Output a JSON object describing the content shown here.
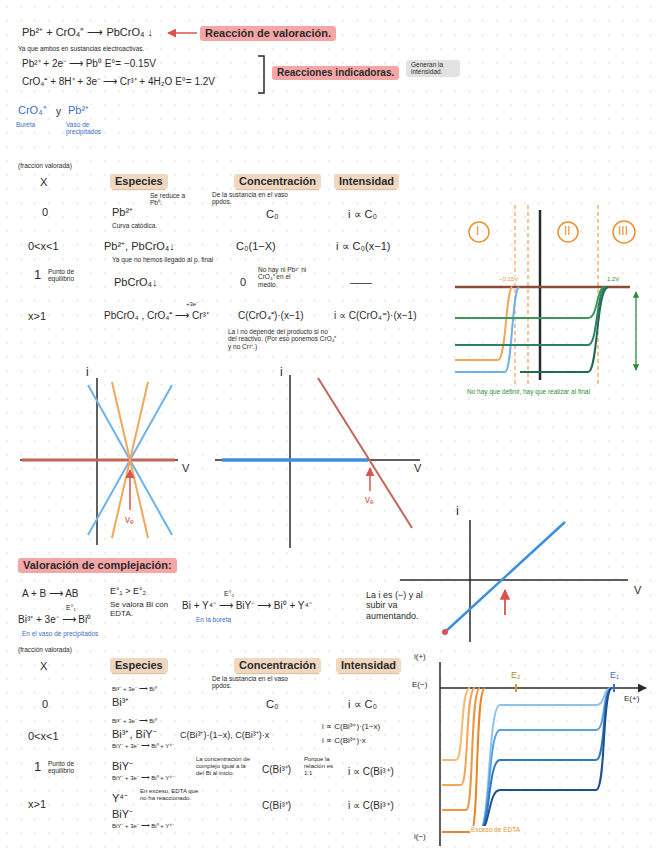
{
  "diagram": {
    "nodes": [
      {
        "text": [
          "Reacción de valoración."
        ]
      },
      {
        "text": [
          "Reacciones indicadoras."
        ]
      },
      {
        "text": [
          "Generan la intensidad."
        ]
      },
      {
        "text": [
          "Especies"
        ]
      },
      {
        "text": [
          "Concentración"
        ]
      },
      {
        "text": [
          "Intensidad"
        ]
      },
      {
        "text": [
          "Valoración de complejación:"
        ]
      },
      {
        "text": [
          "Especies"
        ]
      },
      {
        "text": [
          "Concentración"
        ]
      },
      {
        "text": [
          "Intensidad"
        ]
      }
    ],
    "labels": [
      "Pb²⁺ + CrO₄⁼ ⟶ PbCrO₄ ↓",
      "Ya que ambos en sustancias electroactivas.",
      "Pb²⁺ + 2e⁻ ⟶ Pb⁰   E°= −0.15V",
      "CrO₄⁼ + 8H⁺ + 3e⁻ ⟶ Cr³⁺ + 4H₂O   E°= 1.2V",
      "CrO₄⁼",
      "y",
      "Pb²⁺",
      "Bureta",
      "Vaso de precipitados",
      "(fracción valorada)",
      "X",
      "Se reduce a Pb⁰.",
      "De la sustancia en el vaso ppdos.",
      "0",
      "Pb²⁺",
      "Curva catódica.",
      "C₀",
      "i ∝ C₀",
      "0<x<1",
      "Pb²⁺, PbCrO₄↓",
      "C₀(1−X)",
      "i ∝ C₀(x−1)",
      "Ya que no hemos llegado al p. final",
      "1",
      "Punto de equilibrio",
      "PbCrO₄↓",
      "0",
      "No hay ni Pb²⁺ ni CrO₄⁼ en el medio.",
      "——",
      "x>1",
      "PbCrO₄ , CrO₄⁼ ⟶ Cr³⁺",
      "+3e⁻",
      "C(CrO₄⁼)·(x−1)",
      "i ∝ C(CrO₄⁼)·(x−1)",
      "La i no depende del producto si no del reactivo. (Por eso ponemos CrO₄⁼ y no Cr³⁺.)",
      "i",
      "V",
      "vₑ",
      "i",
      "V",
      "vₑ",
      "I",
      "II",
      "III",
      "−0.15V",
      "1.2V",
      "No hay que definir, hay que realizar al final",
      "A + B ⟶ AB",
      "E°₁ > E°₂",
      "Se valora Bi con EDTA.",
      "E°₁",
      "Bi³⁺ + 3e⁻ ⟶ Bi⁰",
      "En el vaso de precipitados",
      "E°₂",
      "Bi + Y⁴⁻ ⟶ BiY⁻ ⟶ Bi⁰ + Y⁴⁻",
      "En la bureta",
      "La i es (−) y al subir va aumentando.",
      "(fracción valorada)",
      "X",
      "De la sustancia en el vaso ppdos.",
      "0",
      "Bi³⁺ + 3e⁻ ⟶ Bi⁰",
      "Bi³⁺",
      "C₀",
      "i ∝ C₀",
      "0<x<1",
      "Bi³⁺ + 3e⁻ ⟶ Bi⁰",
      "Bi³⁺, BiY⁻",
      "BiY⁻ + 3e⁻ ⟶ Bi⁰ + Y⁴⁻",
      "C(Bi³⁺)·(1−x), C(Bi³⁺)·x",
      "i ∝ C(Bi³⁺)·(1−x)",
      "i ∝ C(Bi³⁺)·x",
      "1",
      "Punto de equilibrio",
      "BiY⁻",
      "BiY⁻ + 3e⁻ ⟶ Bi⁰ + Y⁴⁻",
      "La concentración de complejo igual a la del Bi al inicio.",
      "C(Bi³⁺)",
      "Porque la relación es 1:1",
      "i ∝ C(Bi³⁺)",
      "x>1",
      "Y⁴⁻",
      "En exceso, EDTA que no ha reaccionado.",
      "BiY⁻",
      "BiY⁻ + 3e⁻ ⟶ Bi⁰ + Y⁴⁻",
      "C(Bi³⁺)",
      "i ∝ C(Bi³⁺)",
      "i",
      "V",
      "i(+)",
      "E(−)",
      "E(+)",
      "i(−)",
      "E₂",
      "E₁",
      "Exceso de EDTA"
    ]
  }
}
